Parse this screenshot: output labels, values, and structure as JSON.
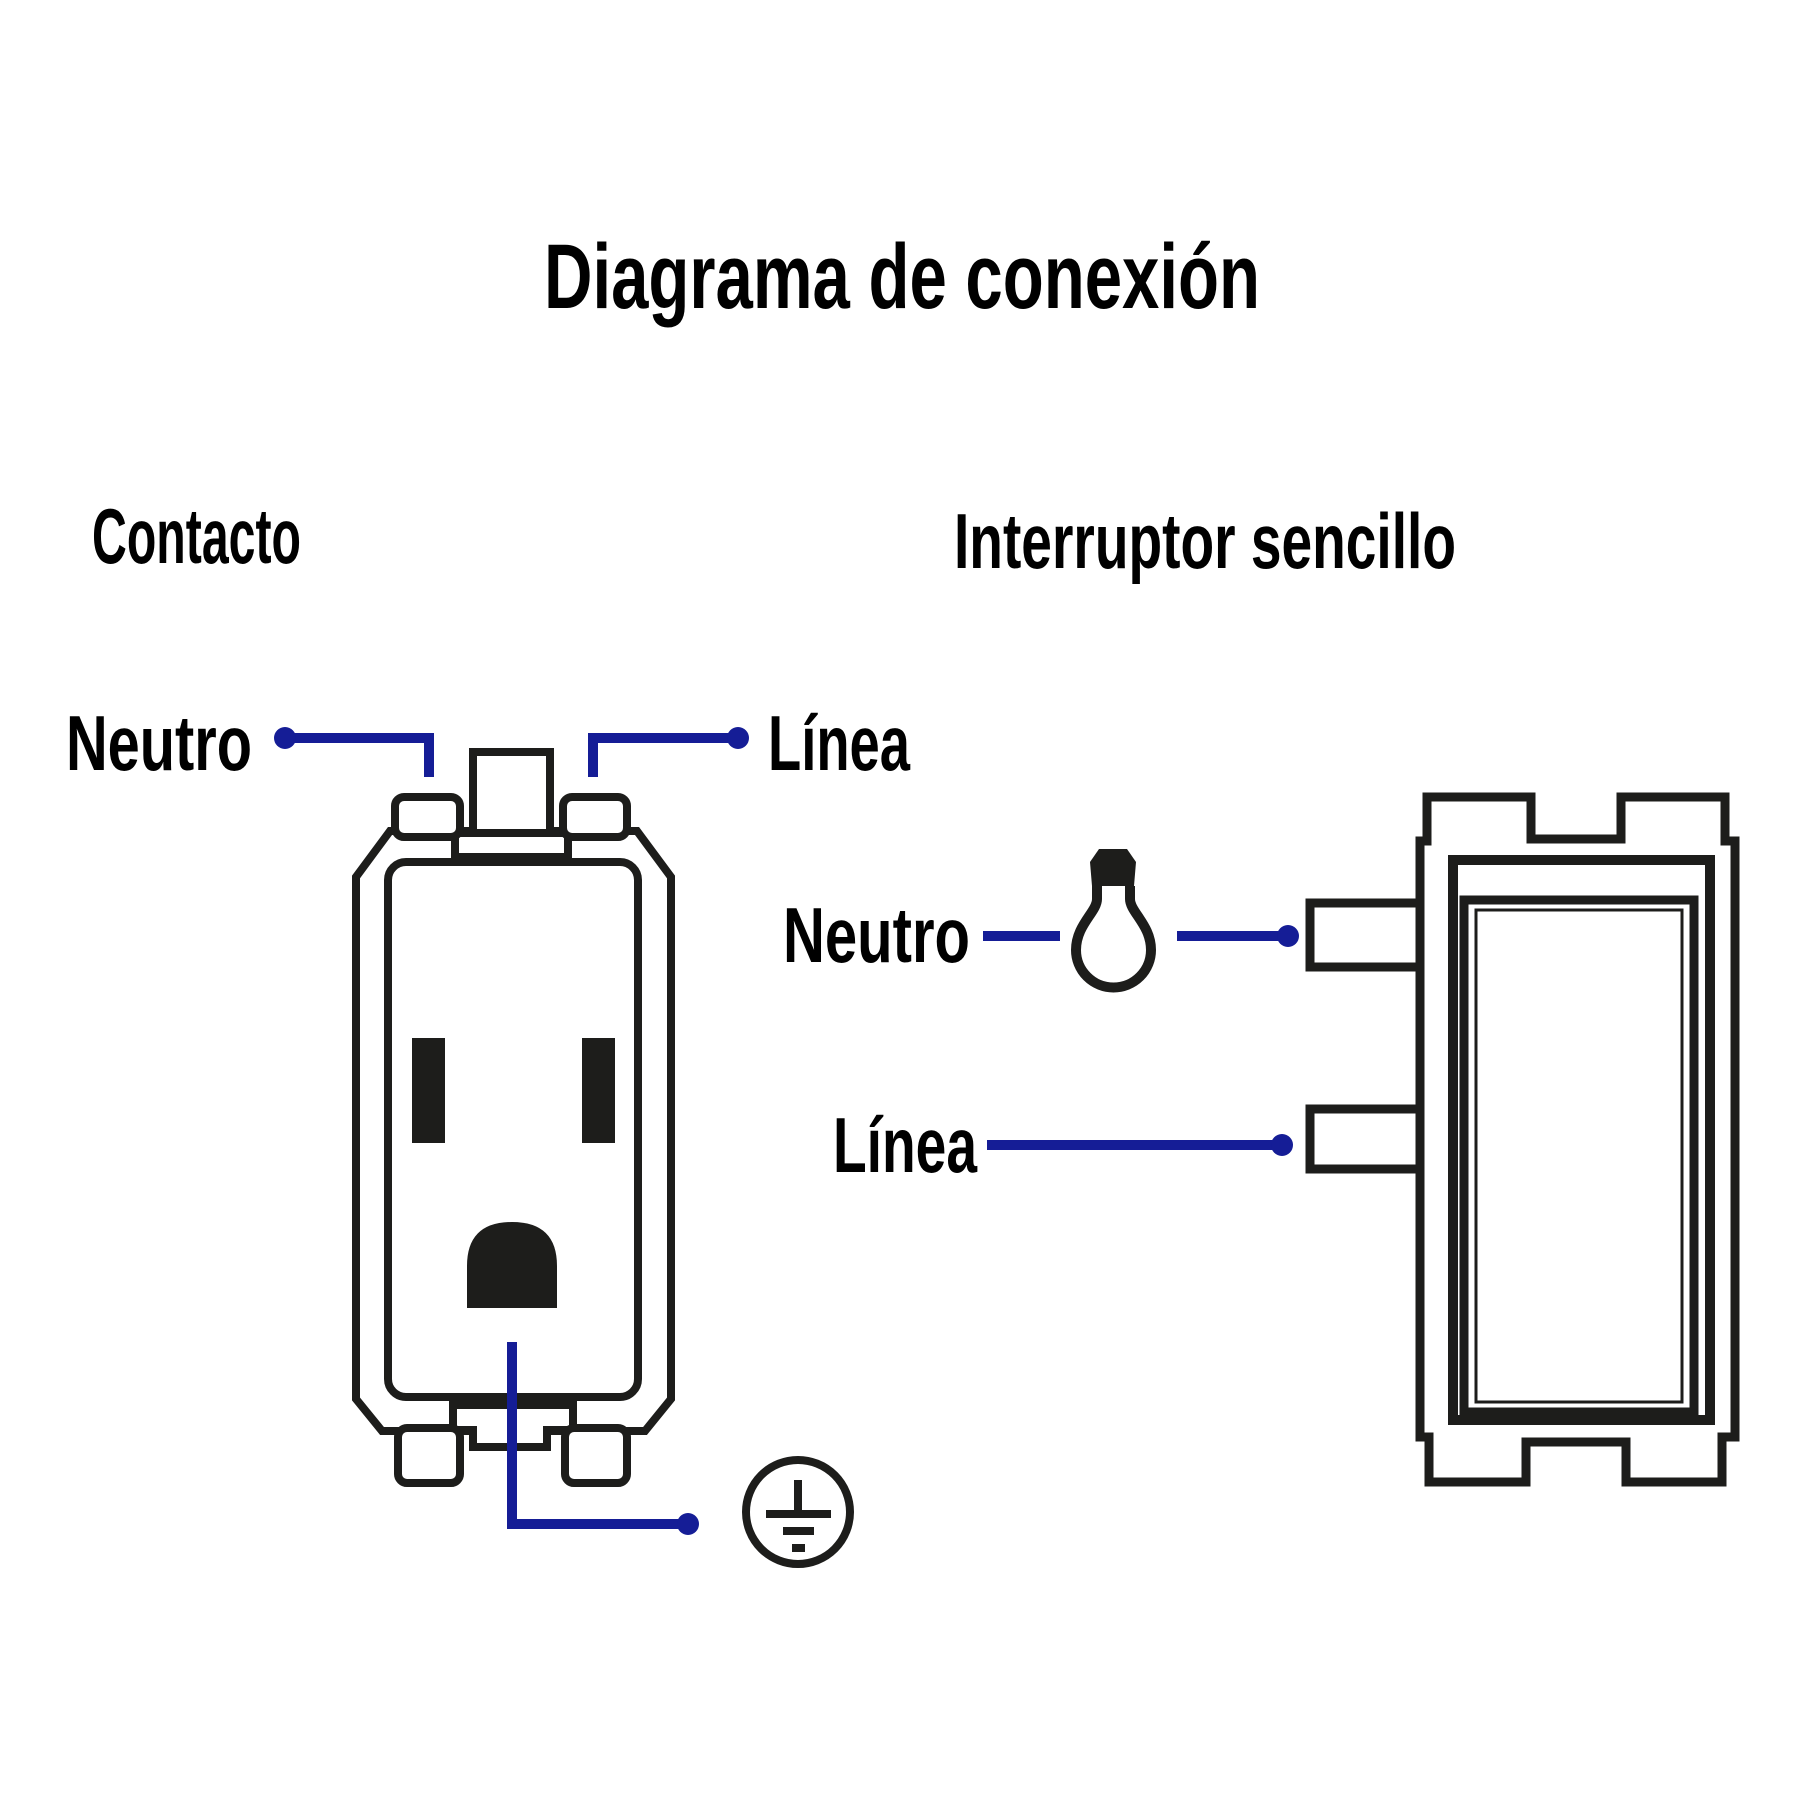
{
  "title": "Diagrama de conexión",
  "outlet_section": {
    "heading": "Contacto",
    "device": "electrical-outlet",
    "neutral_label": "Neutro",
    "line_label": "Línea",
    "ground_icon": "protective-earth-ground-symbol"
  },
  "switch_section": {
    "heading": "Interruptor sencillo",
    "device": "single-rocker-switch",
    "neutral_label": "Neutro",
    "line_label": "Línea",
    "load_icon": "light-bulb"
  },
  "colors": {
    "wire": "#151d96",
    "line_art": "#1d1d1b",
    "text": "#000000",
    "background": "#ffffff"
  }
}
